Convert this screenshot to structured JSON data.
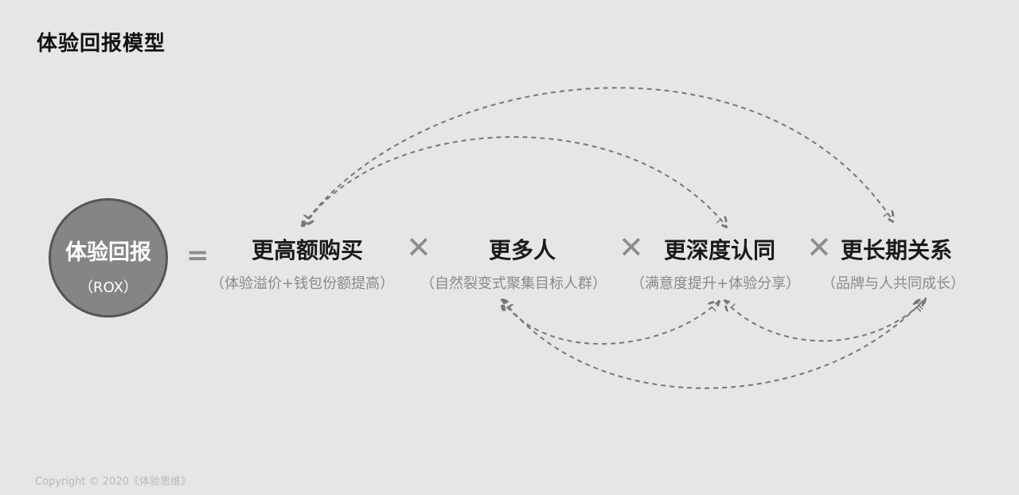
{
  "title": "体验回报模型",
  "rox": {
    "label": "体验回报",
    "abbr": "（ROX）"
  },
  "operators": {
    "equals": "=",
    "times": "✕"
  },
  "factors": [
    {
      "title": "更高额购买",
      "desc": "（体验溢价+钱包份额提高）"
    },
    {
      "title": "更多人",
      "desc": "（自然裂变式聚集目标人群）"
    },
    {
      "title": "更深度认同",
      "desc": "（满意度提升+体验分享）"
    },
    {
      "title": "更长期关系",
      "desc": "（品牌与人共同成长）"
    }
  ],
  "copyright": "Copyright © 2020《体验思维》"
}
